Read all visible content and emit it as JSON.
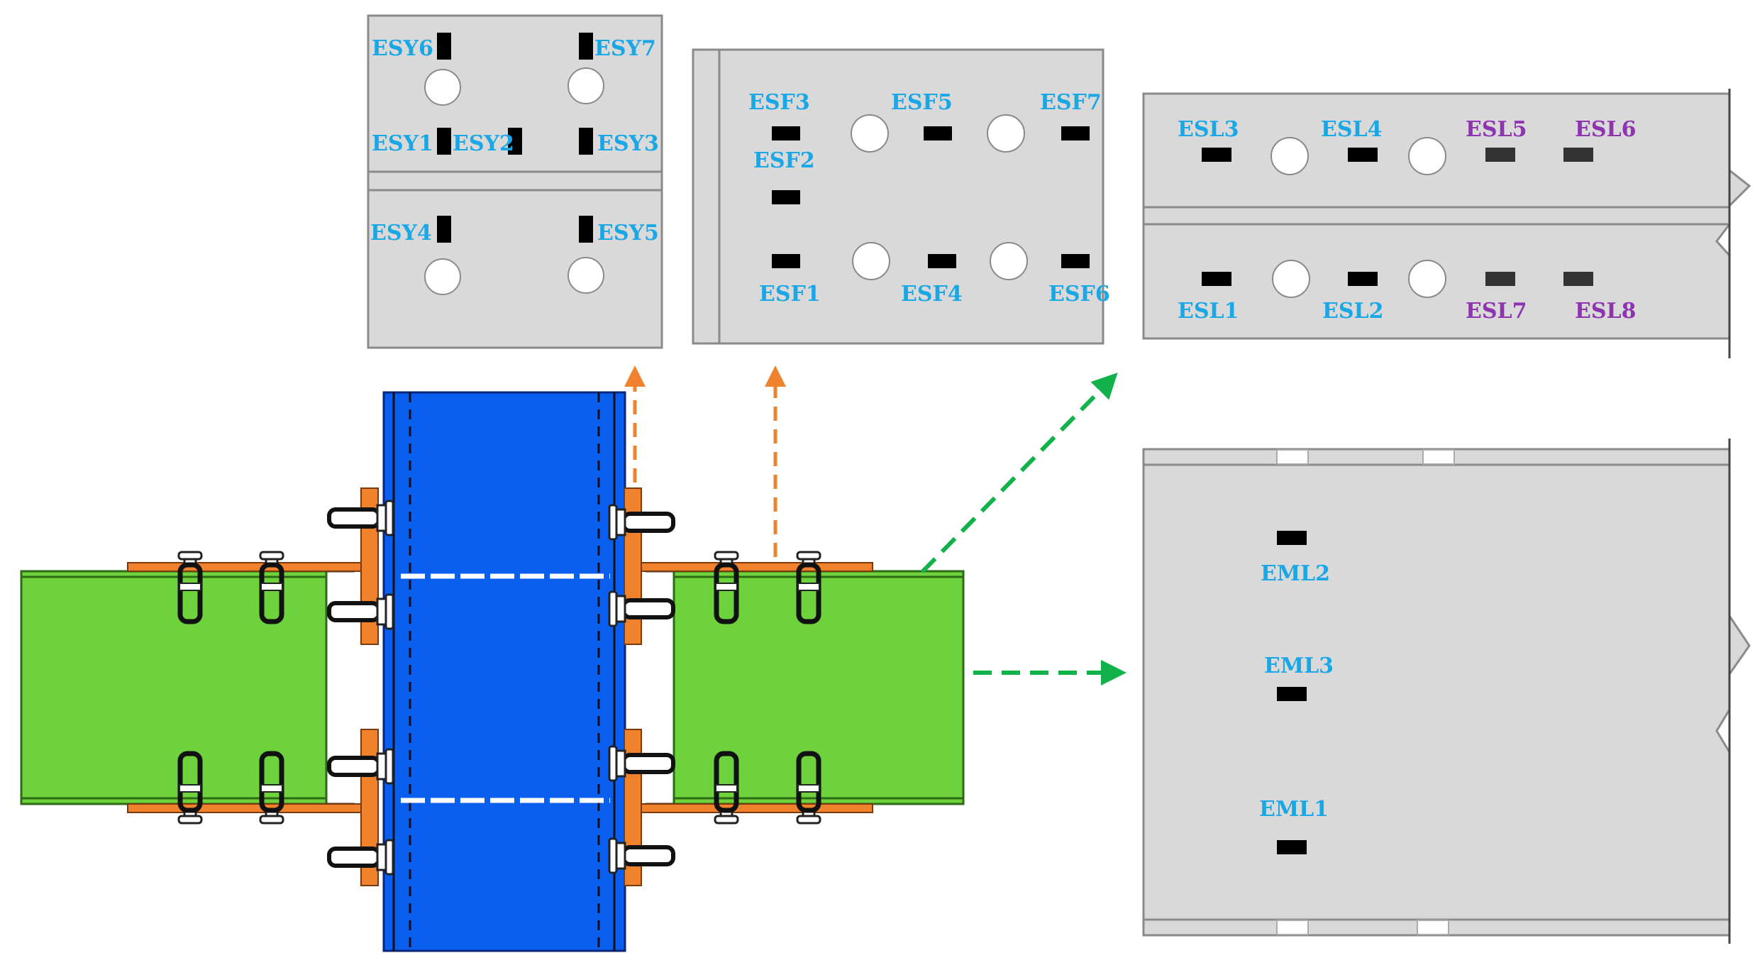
{
  "colors": {
    "column": "#0a5ff0",
    "beam": "#6ed23c",
    "plate": "#f0822d",
    "panel": "#d9d9d9",
    "label_blue": "#1aa7e6",
    "label_purple": "#8e34b0",
    "arrow_orange": "#f0822d",
    "arrow_green": "#12b24a",
    "gauge": "#000000"
  },
  "endplate_labels": {
    "esy6": "ESY6",
    "esy7": "ESY7",
    "esy1": "ESY1",
    "esy2": "ESY2",
    "esy3": "ESY3",
    "esy4": "ESY4",
    "esy5": "ESY5"
  },
  "flange_labels": {
    "esf3": "ESF3",
    "esf5": "ESF5",
    "esf7": "ESF7",
    "esf2": "ESF2",
    "esf1": "ESF1",
    "esf4": "ESF4",
    "esf6": "ESF6"
  },
  "splice_labels": {
    "esl3": "ESL3",
    "esl4": "ESL4",
    "esl5": "ESL5",
    "esl6": "ESL6",
    "esl1": "ESL1",
    "esl2": "ESL2",
    "esl7": "ESL7",
    "esl8": "ESL8"
  },
  "web_labels": {
    "eml2": "EML2",
    "eml3": "EML3",
    "eml1": "EML1"
  }
}
